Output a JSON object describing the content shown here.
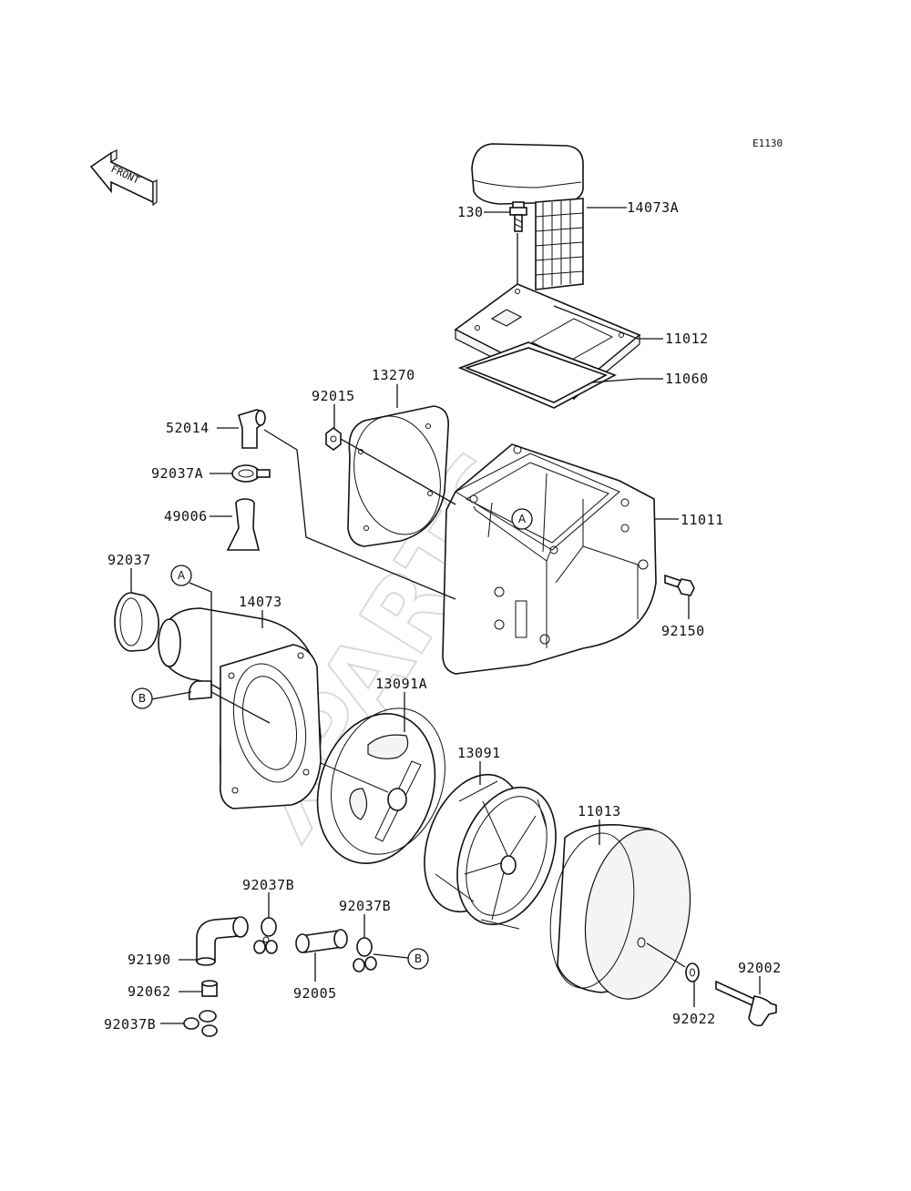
{
  "diagram": {
    "code": "E1130",
    "front_label": "FRONT",
    "watermark": "XPARTS",
    "refs": {
      "a": "A",
      "b": "B"
    },
    "parts": {
      "p14073A": "14073A",
      "p130": "130",
      "p11012": "11012",
      "p11060": "11060",
      "p13270": "13270",
      "p92015": "92015",
      "p52014": "52014",
      "p92037A": "92037A",
      "p49006": "49006",
      "p11011": "11011",
      "p92150": "92150",
      "p92037": "92037",
      "p14073": "14073",
      "p13091A": "13091A",
      "p13091": "13091",
      "p11013": "11013",
      "p92037B_1": "92037B",
      "p92037B_2": "92037B",
      "p92037B_3": "92037B",
      "p92190": "92190",
      "p92005": "92005",
      "p92062": "92062",
      "p92002": "92002",
      "p92022": "92022"
    }
  }
}
